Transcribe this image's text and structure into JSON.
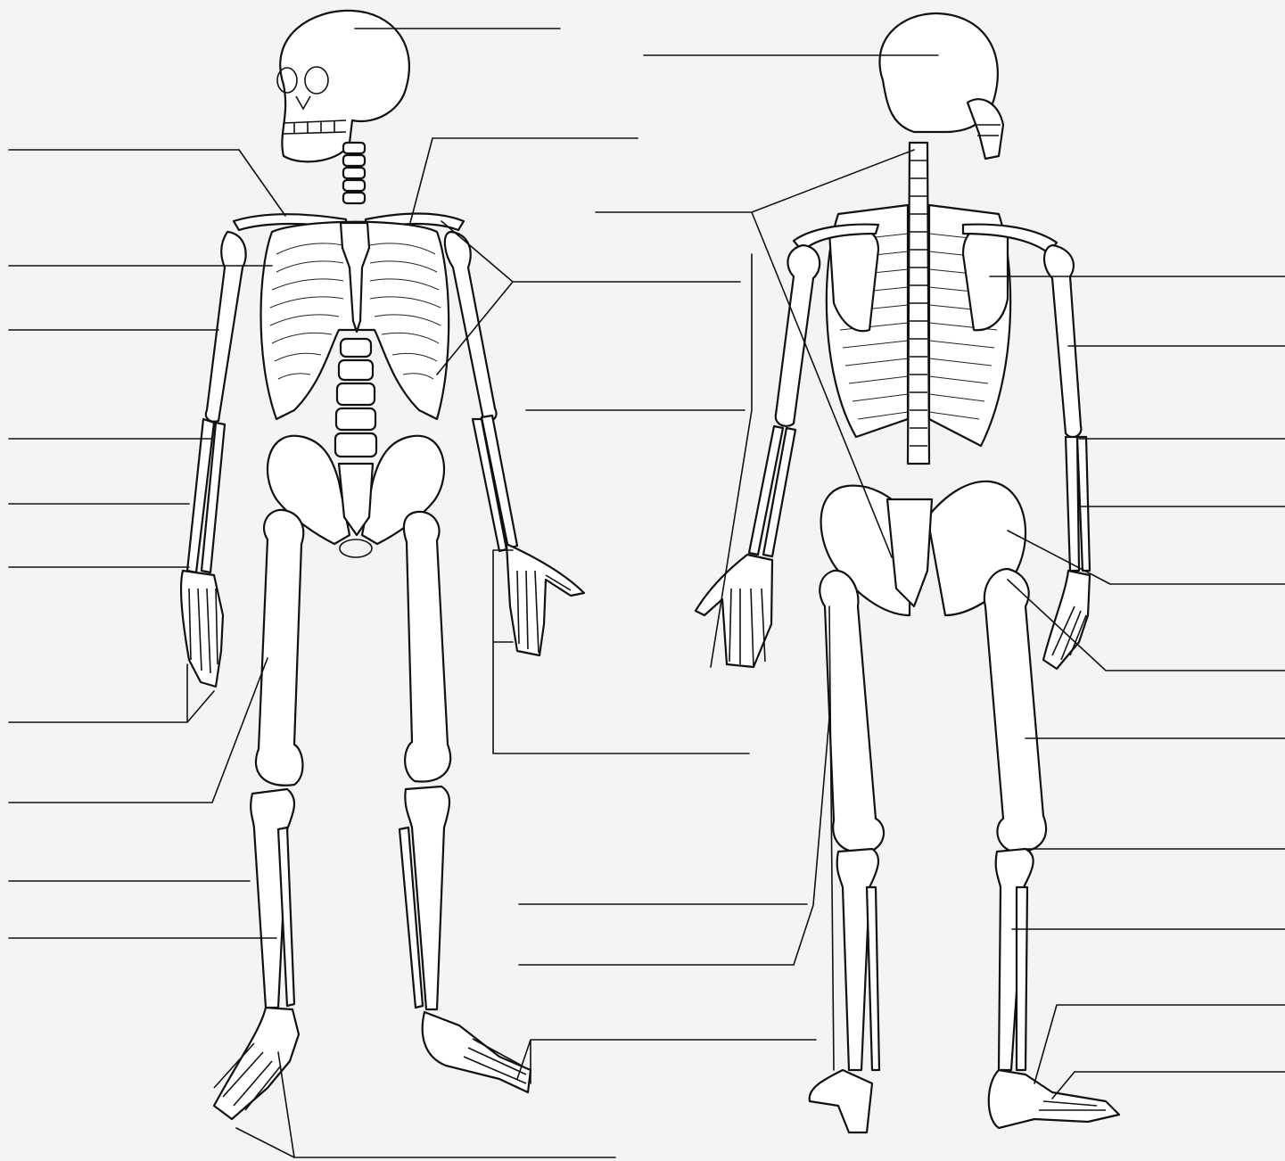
{
  "figure": {
    "views": [
      {
        "view": "anterior"
      },
      {
        "view": "posterior"
      }
    ],
    "label_line_count": 33,
    "labels": [],
    "colors": {
      "ink": "#111111",
      "paper": "#f4f4f4",
      "bone": "#ffffff"
    }
  }
}
